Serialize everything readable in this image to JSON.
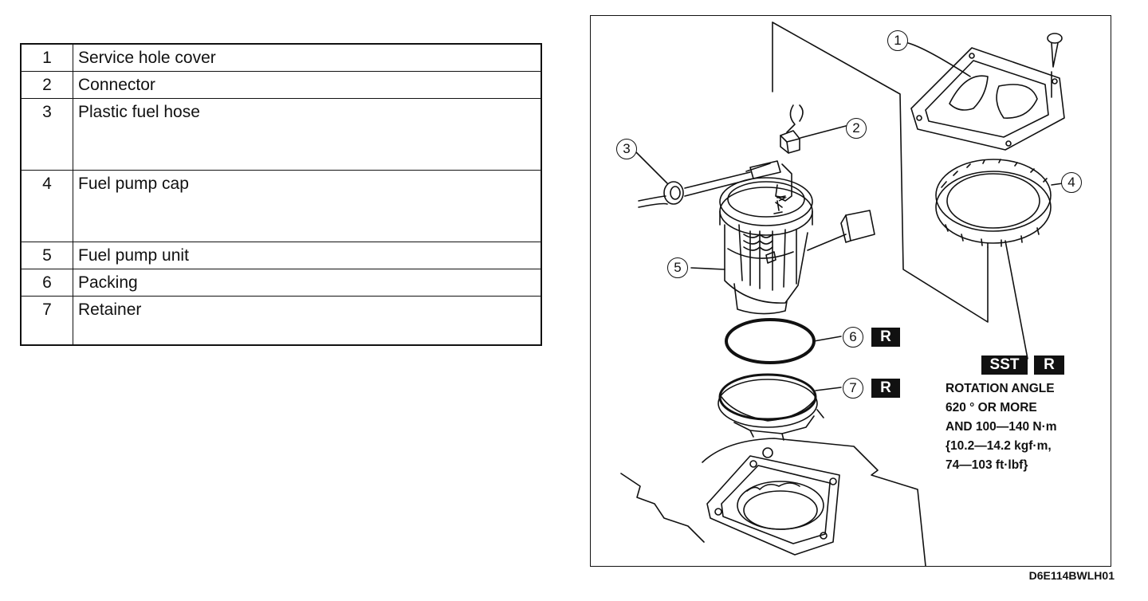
{
  "parts": [
    {
      "num": "1",
      "name": "Service hole cover"
    },
    {
      "num": "2",
      "name": "Connector"
    },
    {
      "num": "3",
      "name": "Plastic fuel hose"
    },
    {
      "num": "4",
      "name": "Fuel pump cap"
    },
    {
      "num": "5",
      "name": "Fuel pump unit"
    },
    {
      "num": "6",
      "name": "Packing"
    },
    {
      "num": "7",
      "name": "Retainer"
    }
  ],
  "diagram": {
    "callouts": [
      "1",
      "2",
      "3",
      "4",
      "5",
      "6",
      "7"
    ],
    "badges": {
      "replace": "R",
      "special_tool": "SST"
    },
    "spec_lines": [
      "ROTATION ANGLE",
      "620 ° OR MORE",
      "AND 100—140 N·m",
      "{10.2—14.2 kgf·m,",
      "74—103 ft·lbf}"
    ],
    "figure_code": "D6E114BWLH01"
  }
}
